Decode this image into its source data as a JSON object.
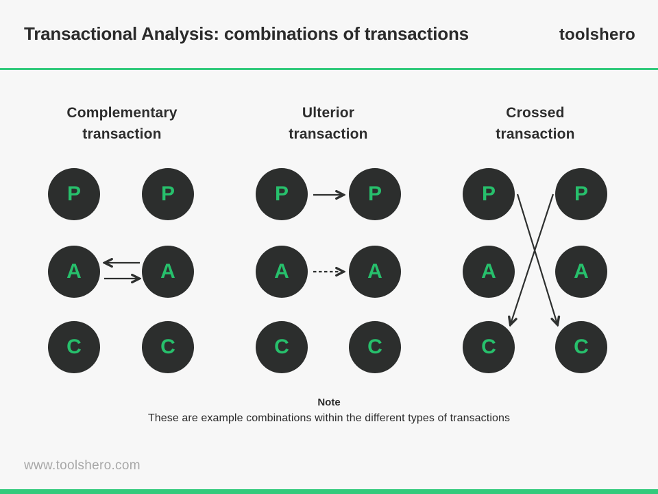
{
  "header": {
    "title": "Transactional Analysis: combinations of transactions",
    "logo": "toolshero"
  },
  "columns": [
    {
      "heading_line1": "Complementary",
      "heading_line2": "transaction",
      "left": [
        "P",
        "A",
        "C"
      ],
      "right": [
        "P",
        "A",
        "C"
      ],
      "arrows": [
        {
          "name": "arrow-left",
          "from": "right-A",
          "to": "left-A",
          "style": "solid"
        },
        {
          "name": "arrow-right",
          "from": "left-A",
          "to": "right-A",
          "style": "solid"
        }
      ]
    },
    {
      "heading_line1": "Ulterior",
      "heading_line2": "transaction",
      "left": [
        "P",
        "A",
        "C"
      ],
      "right": [
        "P",
        "A",
        "C"
      ],
      "arrows": [
        {
          "name": "arrow-right",
          "from": "left-P",
          "to": "right-P",
          "style": "solid"
        },
        {
          "name": "arrow-right-dashed",
          "from": "left-A",
          "to": "right-A",
          "style": "dashed"
        }
      ]
    },
    {
      "heading_line1": "Crossed",
      "heading_line2": "transaction",
      "left": [
        "P",
        "A",
        "C"
      ],
      "right": [
        "P",
        "A",
        "C"
      ],
      "arrows": [
        {
          "name": "arrow-diagonal",
          "from": "right-P",
          "to": "left-C",
          "style": "solid"
        },
        {
          "name": "arrow-diagonal",
          "from": "left-P",
          "to": "right-C",
          "style": "solid"
        }
      ]
    }
  ],
  "note": {
    "label": "Note",
    "text": "These are example combinations within the different types of transactions"
  },
  "footer": {
    "url": "www.toolshero.com"
  },
  "colors": {
    "background": "#f7f7f7",
    "accent_green": "#33ca7c",
    "letter_green": "#27c06c",
    "circle_dark": "#2c2e2d",
    "title_dark": "#2b2b2b",
    "footer_gray": "#a7a7a7"
  }
}
